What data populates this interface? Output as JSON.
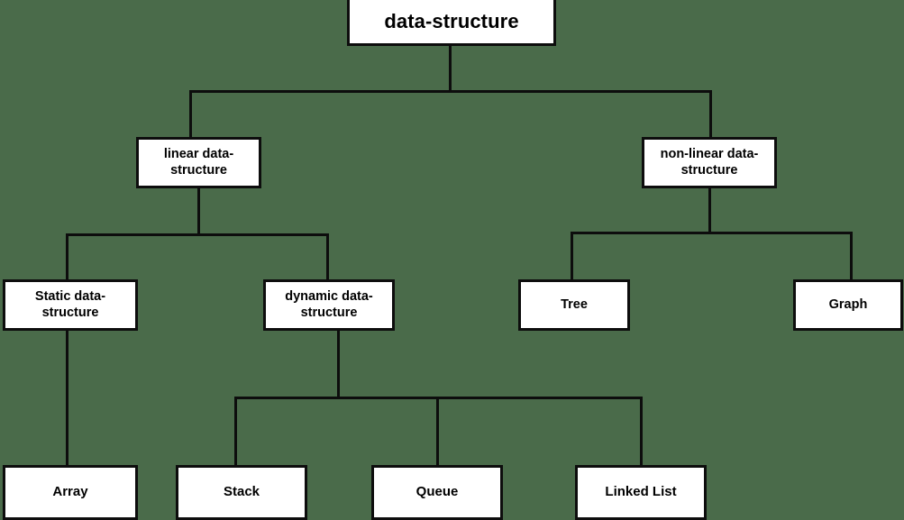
{
  "diagram": {
    "title": "data-structure",
    "type": "hierarchy-tree",
    "background_color": "#4a6b4a",
    "node_fill_color": "#ffffff",
    "node_border_color": "#0d0d0d",
    "connector_color": "#0d0d0d",
    "nodes": {
      "root": {
        "label": "data-structure"
      },
      "linear": {
        "label": "linear data-structure"
      },
      "nonlinear": {
        "label": "non-linear data-structure"
      },
      "static": {
        "label": "Static data-structure"
      },
      "dynamic": {
        "label": "dynamic data-structure"
      },
      "tree": {
        "label": "Tree"
      },
      "graph": {
        "label": "Graph"
      },
      "array": {
        "label": "Array"
      },
      "stack": {
        "label": "Stack"
      },
      "queue": {
        "label": "Queue"
      },
      "linkedlist": {
        "label": "Linked List"
      }
    },
    "edges": [
      {
        "from": "root",
        "to": "linear"
      },
      {
        "from": "root",
        "to": "nonlinear"
      },
      {
        "from": "linear",
        "to": "static"
      },
      {
        "from": "linear",
        "to": "dynamic"
      },
      {
        "from": "nonlinear",
        "to": "tree"
      },
      {
        "from": "nonlinear",
        "to": "graph"
      },
      {
        "from": "static",
        "to": "array"
      },
      {
        "from": "dynamic",
        "to": "stack"
      },
      {
        "from": "dynamic",
        "to": "queue"
      },
      {
        "from": "dynamic",
        "to": "linkedlist"
      }
    ]
  }
}
